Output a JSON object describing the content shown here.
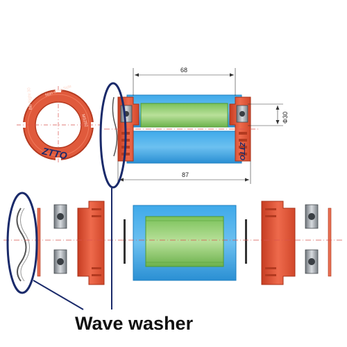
{
  "dimensions": {
    "width_label": "68",
    "length_label": "87",
    "diameter_label": "Φ30"
  },
  "ring": {
    "brand": "ZTTO",
    "markings": [
      "MS292",
      "Non-drive Side",
      "BB Right 30"
    ]
  },
  "shell_logo": "ZTTO",
  "caption": "Wave washer",
  "colors": {
    "cup_red": "#e8593c",
    "cup_red_dark": "#c63d22",
    "sleeve_blue": "#2f9be0",
    "sleeve_blue_light": "#6cc0f0",
    "tube_green": "#8fcf6a",
    "callout_navy": "#1a2a6a",
    "bearing_gray": "#9aa0a6"
  }
}
